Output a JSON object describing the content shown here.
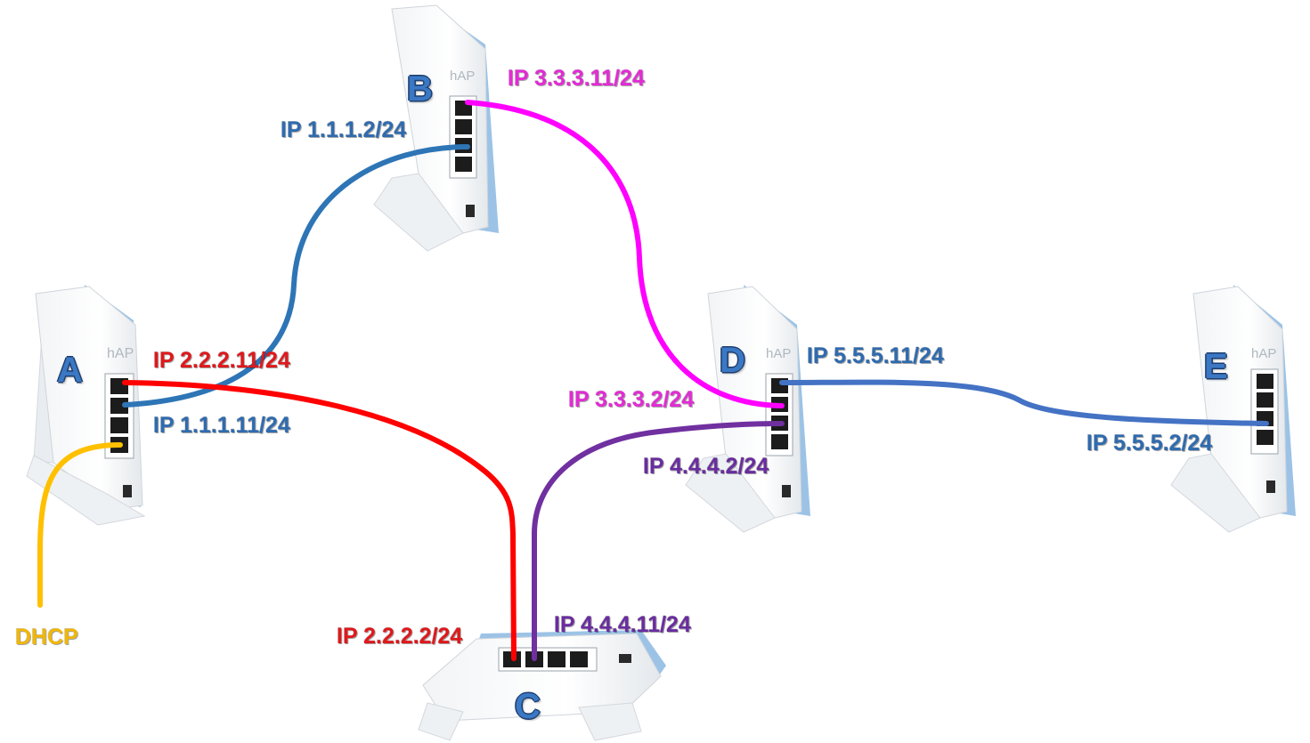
{
  "colors": {
    "blue": "#2e75b6",
    "red": "#ff0000",
    "magenta": "#ff00ff",
    "purple": "#7030a0",
    "steel": "#4472c4",
    "orange": "#ffc000",
    "label_blue": "#2e6bb0",
    "label_red": "#e0181b",
    "label_magenta": "#e42ad6",
    "label_purple": "#6a2ca0",
    "label_orange": "#f2b705"
  },
  "routers": [
    {
      "id": "A",
      "label": "A"
    },
    {
      "id": "B",
      "label": "B"
    },
    {
      "id": "C",
      "label": "C"
    },
    {
      "id": "D",
      "label": "D"
    },
    {
      "id": "E",
      "label": "E"
    }
  ],
  "links": [
    {
      "name": "A-B",
      "color": "blue",
      "from_ip": "IP 1.1.1.11/24",
      "to_ip": "IP 1.1.1.2/24"
    },
    {
      "name": "A-C",
      "color": "red",
      "from_ip": "IP 2.2.2.11/24",
      "to_ip": "IP 2.2.2.2/24"
    },
    {
      "name": "B-D",
      "color": "magenta",
      "from_ip": "IP 3.3.3.11/24",
      "to_ip": "IP 3.3.3.2/24"
    },
    {
      "name": "C-D",
      "color": "purple",
      "from_ip": "IP 4.4.4.11/24",
      "to_ip": "IP 4.4.4.2/24"
    },
    {
      "name": "D-E",
      "color": "steel",
      "from_ip": "IP 5.5.5.11/24",
      "to_ip": "IP 5.5.5.2/24"
    }
  ],
  "uplink": {
    "label": "DHCP",
    "color": "orange"
  }
}
